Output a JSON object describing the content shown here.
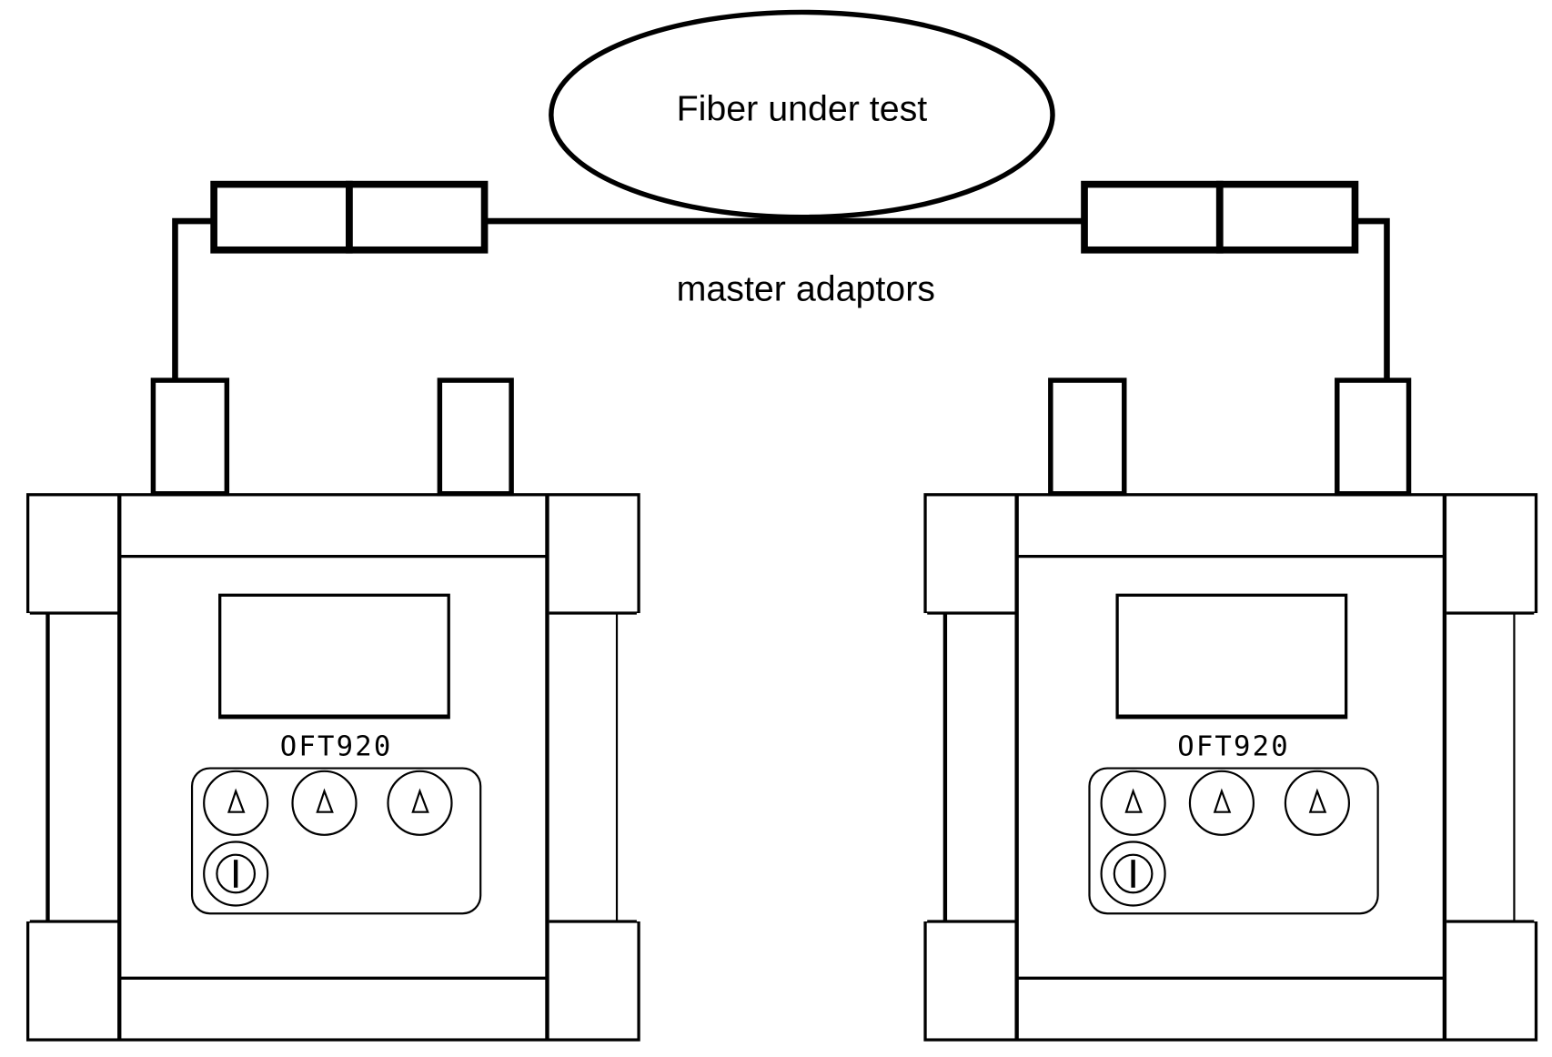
{
  "diagram": {
    "fiber_label": "Fiber under test",
    "adaptor_label": "master adaptors",
    "devices": [
      {
        "model": "OFT920",
        "buttons": [
          "up-arrow",
          "up-arrow",
          "up-arrow",
          "power"
        ]
      },
      {
        "model": "OFT920",
        "buttons": [
          "up-arrow",
          "up-arrow",
          "up-arrow",
          "power"
        ]
      }
    ],
    "colors": {
      "stroke": "#000000",
      "background": "#ffffff"
    }
  }
}
